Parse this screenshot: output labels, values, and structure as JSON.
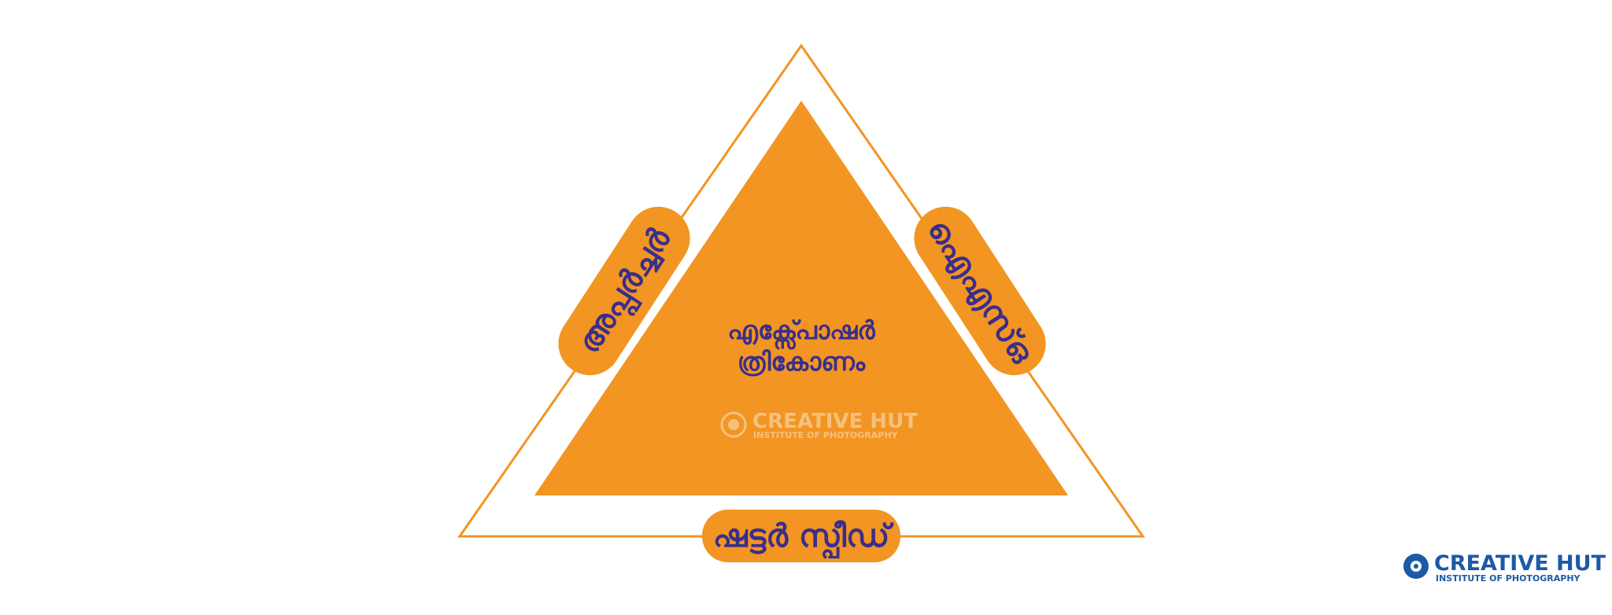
{
  "colors": {
    "accent": "#f29522",
    "text": "#3a2e8c",
    "logo": "#1c5aa6",
    "watermark": "#f7c98f",
    "background": "#ffffff"
  },
  "diagram": {
    "center_line1": "എക്സ്പോഷർ",
    "center_line2": "ത്രികോണം",
    "left_label": "അപ്പർച്ചർ",
    "right_label": "ഐഎസ്ഒ",
    "bottom_label": "ഷട്ടർ സ്പീഡ്"
  },
  "watermark": {
    "title": "CREATIVE HUT",
    "subtitle": "INSTITUTE OF PHOTOGRAPHY",
    "icon": "camera-aperture-icon"
  },
  "logo": {
    "title": "CREATIVE HUT",
    "subtitle": "INSTITUTE OF PHOTOGRAPHY",
    "icon": "camera-aperture-icon"
  }
}
